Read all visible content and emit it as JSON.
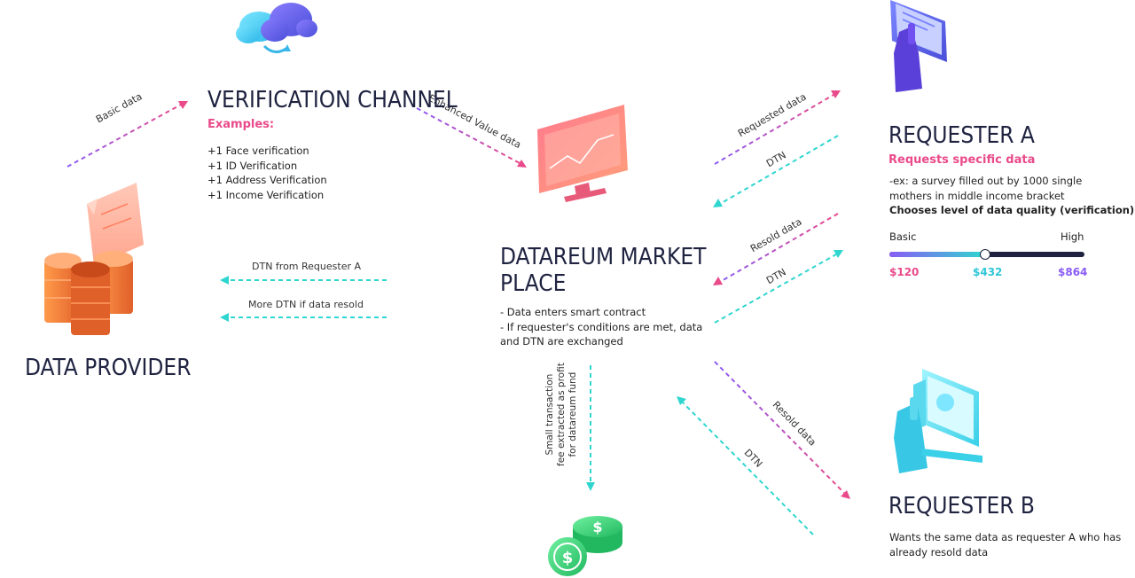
{
  "verification": {
    "title": "VERIFICATION CHANNEL",
    "examples_label": "Examples:",
    "items": [
      "+1 Face verification",
      "+1 ID Verification",
      "+1 Address Verification",
      "+1 Income Verification"
    ]
  },
  "provider": {
    "title": "DATA PROVIDER"
  },
  "marketplace": {
    "title_line1": "DATAREUM MARKET",
    "title_line2": "PLACE",
    "line1": "- Data enters smart contract",
    "line2": "- If requester's conditions are met, data",
    "line3": "and DTN are exchanged"
  },
  "requester_a": {
    "title": "REQUESTER A",
    "subtitle": "Requests specific data",
    "line1": "-ex: a survey filled out by 1000 single",
    "line2": "mothers in middle income bracket",
    "quality": "Chooses level of data quality (verification)",
    "slider": {
      "low_label": "Basic",
      "high_label": "High",
      "value": 0.49,
      "prices": [
        "$120",
        "$432",
        "$864"
      ]
    }
  },
  "requester_b": {
    "title": "REQUESTER B",
    "line1": "Wants the same data as requester A who has",
    "line2": "already resold data"
  },
  "arrows": {
    "basic_data": "Basic data",
    "enhanced": "Enhanced Value data",
    "requested": "Requested data",
    "dtn_a1": "DTN",
    "resold_a": "Resold data",
    "dtn_a2": "DTN",
    "dtn_from_a": "DTN from Requester A",
    "more_dtn": "More DTN if data resold",
    "resold_b": "Resold data",
    "dtn_b": "DTN",
    "fee_line1": "Small transaction",
    "fee_line2": "fee extracted as profit",
    "fee_line3": "for datareum fund"
  },
  "colors": {
    "pink": "#e94a8a",
    "purple": "#8a5cf5",
    "teal": "#2fd6cf",
    "navy": "#1f2340",
    "green": "#3ad07a"
  }
}
